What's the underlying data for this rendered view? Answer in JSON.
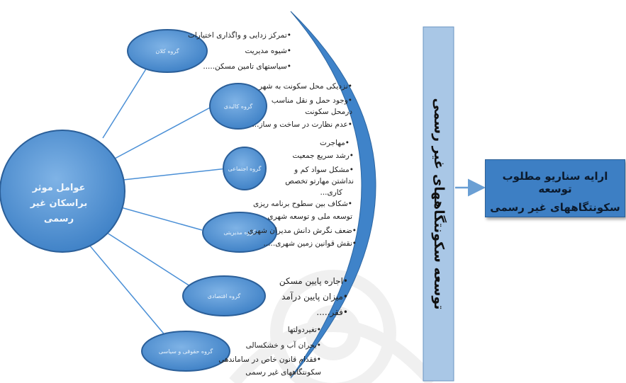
{
  "main_factor": {
    "line1": "عوامل موثر براسکان غیر",
    "line2": "رسمی"
  },
  "categories": [
    {
      "label": "گروه کلان",
      "items": [
        "•تمرکز زدایی و واگذاری اختیارات",
        "•شیوه مدیریت",
        "•سیاستهای تامین مسکن....."
      ]
    },
    {
      "label": "گروه کالبدی",
      "items": [
        "•نزدیکی محل سکونت به شهر",
        "•وجود حمل و نقل مناسب",
        "درمحل سکونت",
        "•عدم نظارت در ساخت و ساز..."
      ]
    },
    {
      "label": "گروه اجتماعی",
      "items": [
        "•مهاجرت",
        "•رشد سریع جمعیت",
        "•مشکل سواد کم و",
        "نداشتن مهارتو تخصص",
        "کاری..."
      ]
    },
    {
      "label": "گروه مدیریتی",
      "items": [
        "•شکاف بین سطوح برنامه ریزی",
        "توسعه ملی و توسعه شهری",
        "•ضعف نگرش دانش مدیران شهری",
        "•نقش قوانین زمین شهری....."
      ]
    },
    {
      "label": "گروه اقتصادی",
      "items": [
        "•اجاره پایین مسکن",
        "•میزان پایین درآمد",
        "•فقر....."
      ]
    },
    {
      "label": "گروه حقوقی و سیاسی",
      "items": [
        "•تغیردولتها",
        "•بحران آب و خشکسالی",
        "•فقدام قانون خاص در ساماندهی",
        "سکونتگاههای غیر رسمی"
      ]
    }
  ],
  "vertical_box": "توسعه سکونتگاههای غیر رسمی",
  "result_box": {
    "line1": "ارایه سناریو مطلوب توسعه",
    "line2": "سکونتگاههای غیر رسمی"
  },
  "colors": {
    "circle": "#4a8fd6",
    "circle_edge": "#2b5f99",
    "arc": "#3f83c9",
    "vertical_box": "#a9c7e6",
    "result_box": "#3d7fc4"
  }
}
